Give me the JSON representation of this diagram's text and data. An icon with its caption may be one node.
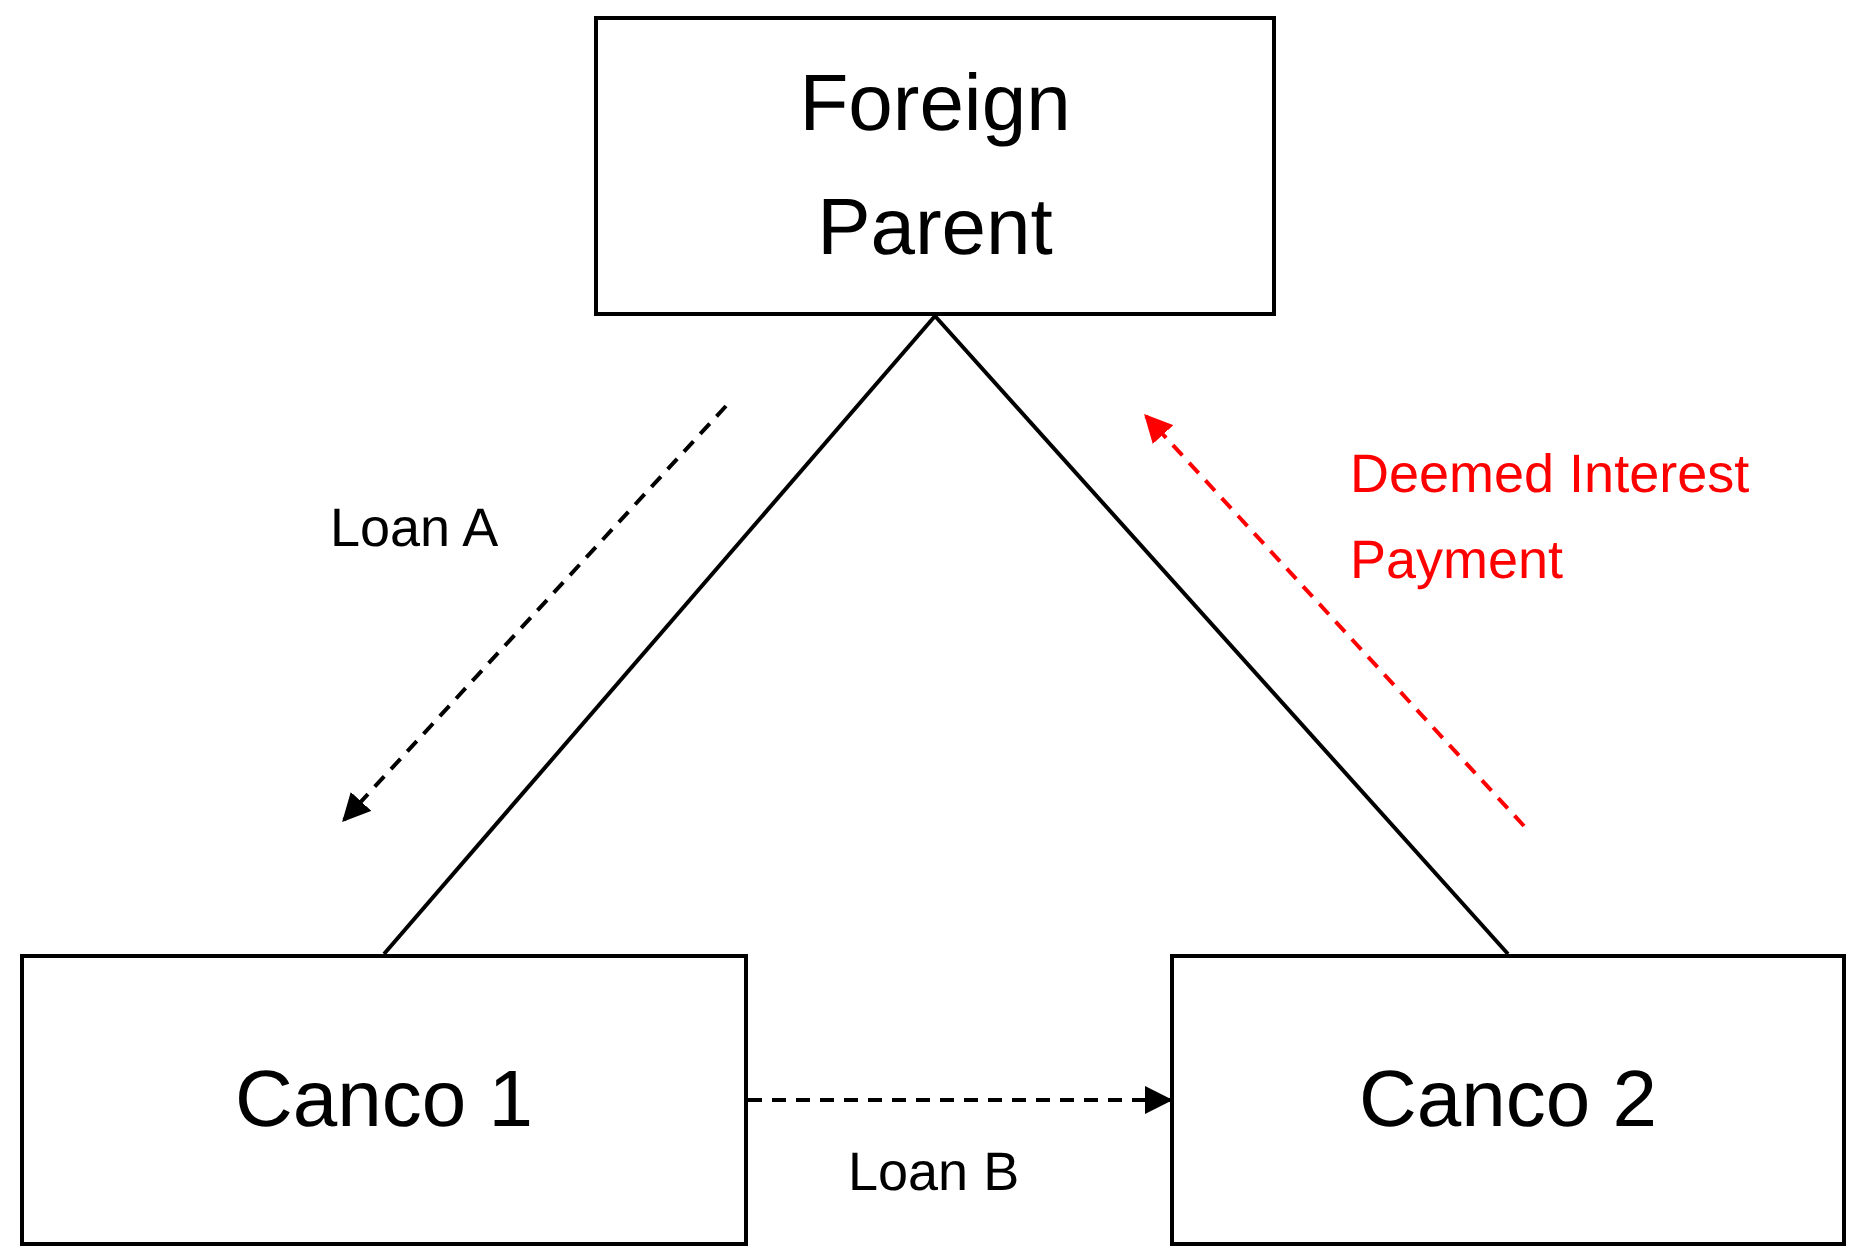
{
  "diagram": {
    "nodes": [
      {
        "text": [
          "Foreign Parent"
        ]
      },
      {
        "text": [
          "Canco 1"
        ]
      },
      {
        "text": [
          "Canco 2"
        ]
      }
    ],
    "edges": [
      {
        "from": 0,
        "to": 1,
        "arrow": "none"
      },
      {
        "from": 0,
        "to": 2,
        "arrow": "none"
      },
      {
        "from": 1,
        "to": 2,
        "arrow": "to",
        "style": "dashed",
        "label": "Loan B"
      }
    ],
    "labels": [
      "Loan A",
      "Deemed Interest Payment"
    ]
  }
}
